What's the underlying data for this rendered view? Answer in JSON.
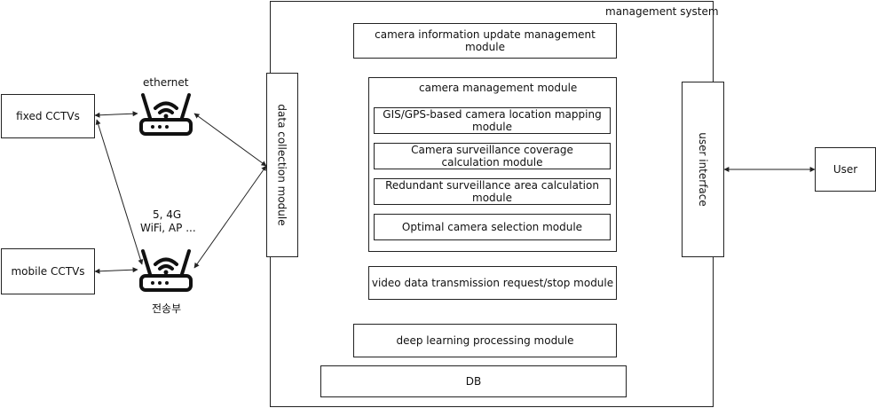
{
  "system": {
    "title": "management system"
  },
  "external": {
    "fixed": "fixed CCTVs",
    "mobile": "mobile CCTVs",
    "user": "User"
  },
  "network": {
    "ethernet": "ethernet",
    "wireless_line1": "5, 4G",
    "wireless_line2": "WiFi, AP ...",
    "transmitter": "전송부"
  },
  "modules": {
    "data_collection": "data collection module",
    "camera_info_update": "camera information update management module",
    "camera_management": "camera management module",
    "gis_mapping": "GIS/GPS-based camera location mapping module",
    "coverage": "Camera surveillance coverage calculation module",
    "redundant": "Redundant surveillance area calculation module",
    "optimal": "Optimal camera selection module",
    "video_request": "video data transmission request/stop module",
    "user_interface": "user interface",
    "deep_learning": "deep learning processing module",
    "db": "DB"
  },
  "colors": {
    "line": "#222222",
    "router": "#111111"
  }
}
